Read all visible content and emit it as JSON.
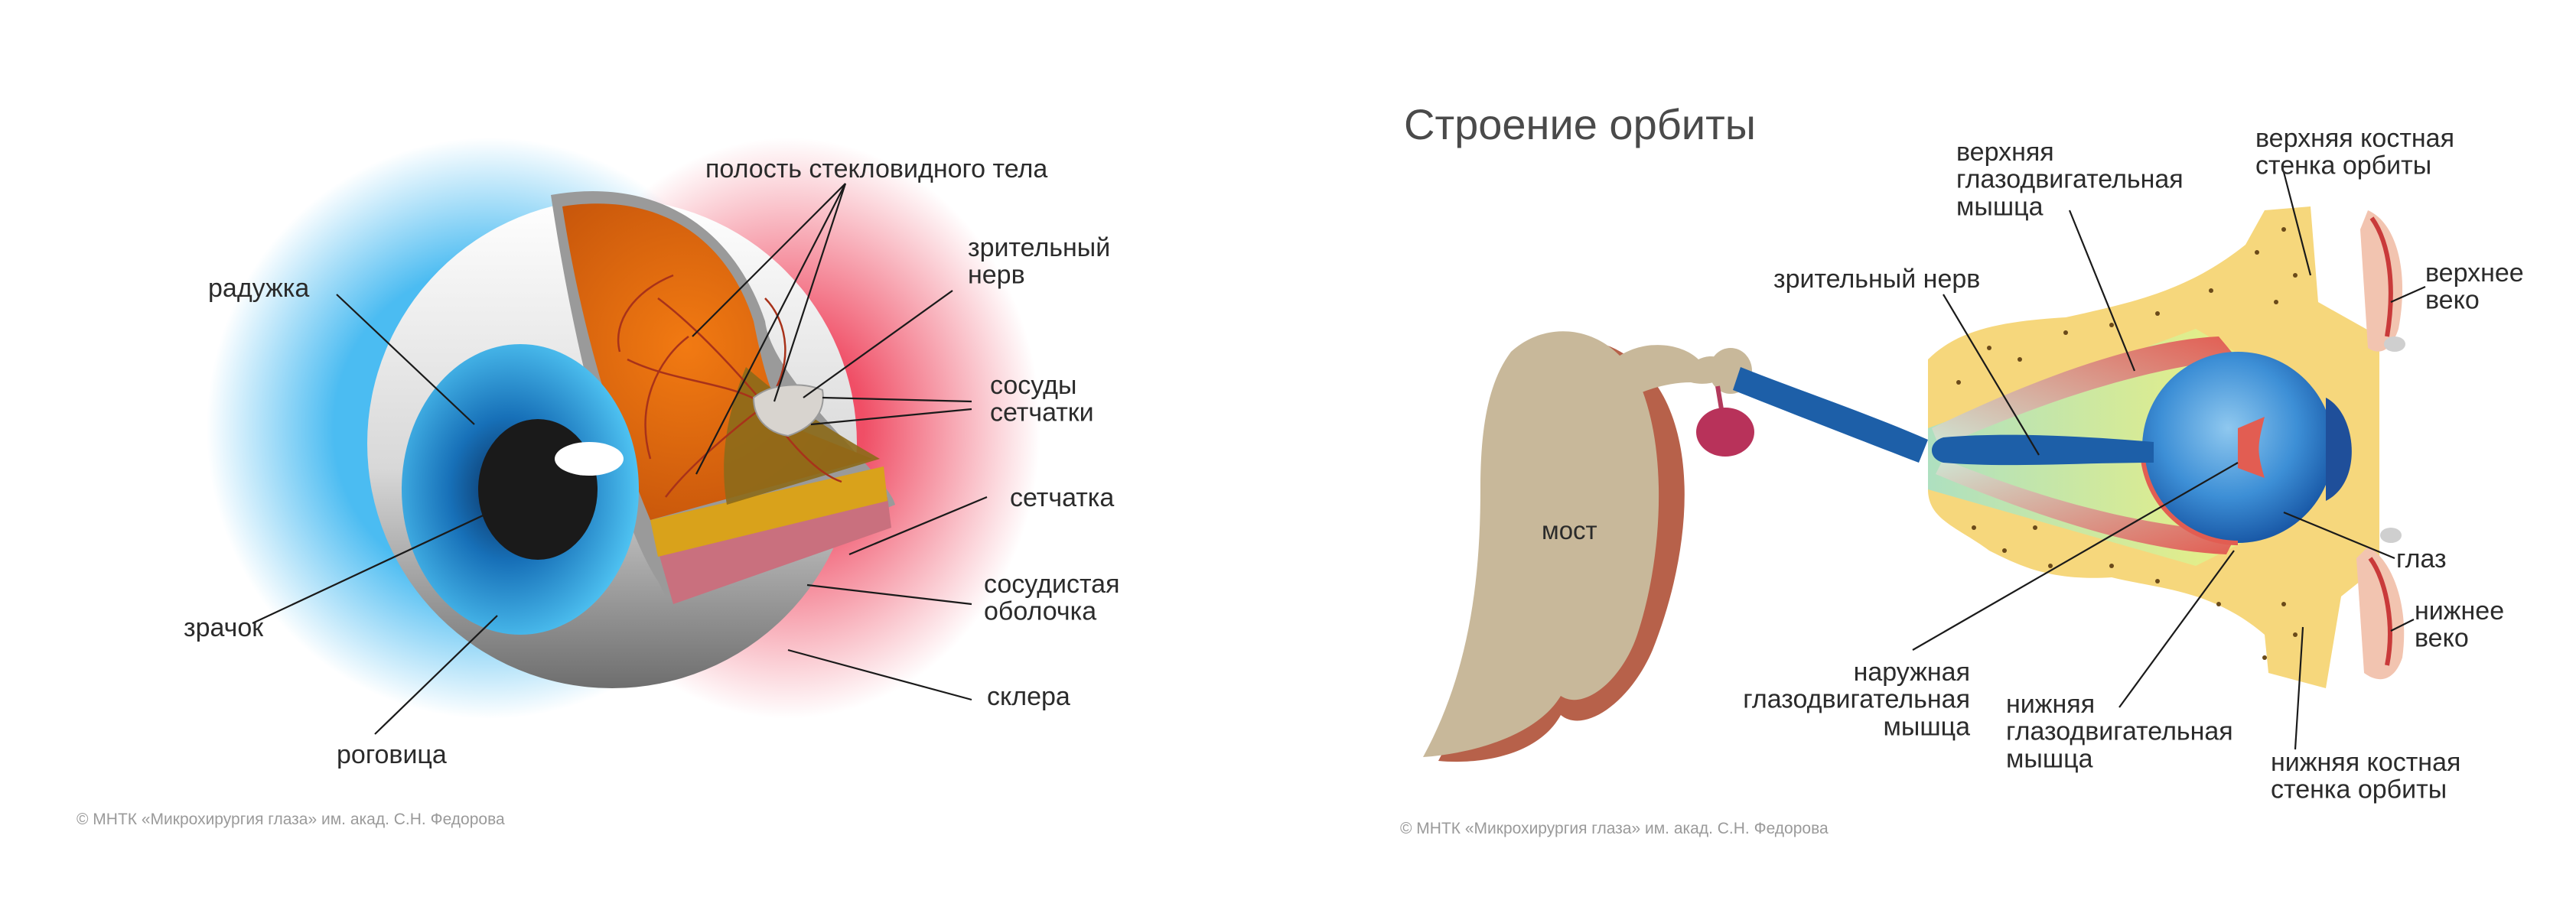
{
  "left": {
    "labels": {
      "vitreous": "полость стекловидного тела",
      "optic_nerve": "зрительный\nнерв",
      "iris": "радужка",
      "retinal_vessels": "сосуды\nсетчатки",
      "retina": "сетчатка",
      "choroid": "сосудистая\nоболочка",
      "pupil": "зрачок",
      "sclera": "склера",
      "cornea": "роговица"
    },
    "copyright": "© МНТК «Микрохирургия глаза» им. акад. С.Н. Федорова"
  },
  "right": {
    "title": "Строение орбиты",
    "labels": {
      "superior_rectus": "верхняя\nглазодвигательная\nмышца",
      "upper_wall": "верхняя костная\nстенка орбиты",
      "optic_nerve": "зрительный нерв",
      "upper_lid": "верхнее\nвеко",
      "pons": "мост",
      "eye": "глаз",
      "lower_lid": "нижнее\nвеко",
      "lateral_rectus": "наружная\nглазодвигательная\nмышца",
      "inferior_rectus": "нижняя\nглазодвигательная\nмышца",
      "lower_wall": "нижняя костная\nстенка орбиты"
    },
    "copyright": "© МНТК «Микрохирургия глаза» им. акад. С.Н. Федорова"
  },
  "colors": {
    "iris_blue": "#3aa8e0",
    "vitreous_orange": "#e8620a",
    "retina_gold": "#d9a21b",
    "choroid_pink": "#c9707e",
    "bone_yellow": "#f6d77c",
    "nerve_blue": "#1d5fa8",
    "pons_tan": "#c8b89a"
  }
}
